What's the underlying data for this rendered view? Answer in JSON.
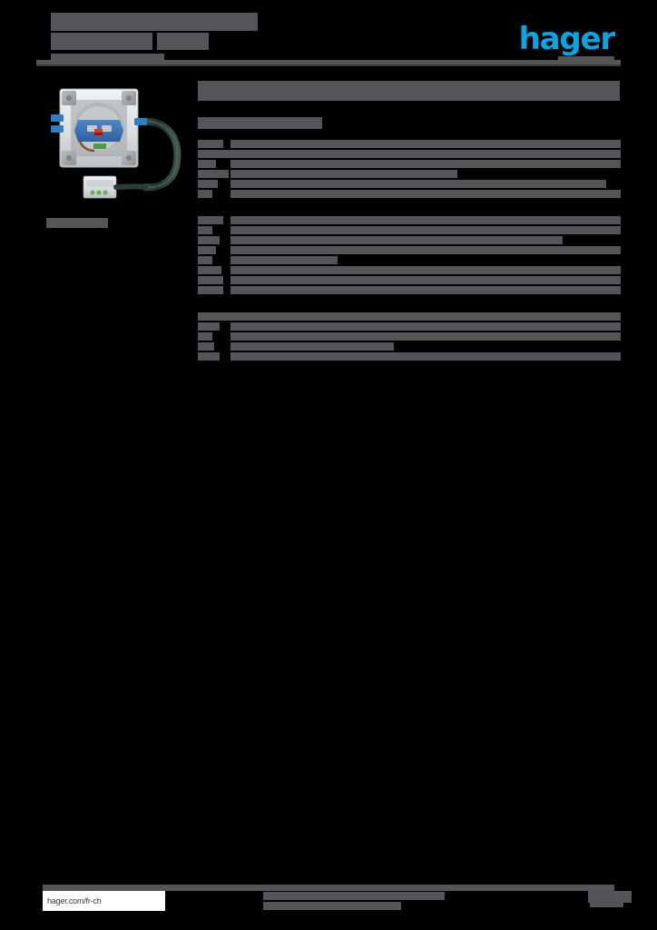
{
  "document": {
    "type": "product-datasheet",
    "redacted": true,
    "background_color": "#000000",
    "redaction_color": "#555557",
    "brand_color": "#00a0e1"
  },
  "header": {
    "title_redacted": "",
    "subtitle_redacted": "",
    "logo_text": "hager",
    "logo_color": "#0aa5e0"
  },
  "left_column": {
    "product_image_alt": "electrical-socket-insert-with-cable",
    "reference_label_redacted": ""
  },
  "main": {
    "title_redacted": "",
    "subtitle_redacted": "",
    "groups": [
      {
        "rows": [
          {
            "label_w": 28,
            "val_x": 36,
            "val_w": 430,
            "y": 2
          },
          {
            "label_w": 46,
            "val_x": 36,
            "val_w": 430,
            "y": 13
          },
          {
            "label_w": 20,
            "val_x": 36,
            "val_w": 430,
            "y": 24
          },
          {
            "label_w": 34,
            "val_x": 36,
            "val_w": 250,
            "y": 35
          },
          {
            "label_w": 22,
            "val_x": 36,
            "val_w": 414,
            "y": 46
          },
          {
            "label_w": 16,
            "val_x": 36,
            "val_w": 430,
            "y": 57
          }
        ],
        "height": 70
      },
      {
        "rows": [
          {
            "label_w": 28,
            "val_x": 36,
            "val_w": 430,
            "y": 2
          },
          {
            "label_w": 16,
            "val_x": 36,
            "val_w": 430,
            "y": 13
          },
          {
            "label_w": 16,
            "val_x": 36,
            "val_w": 118,
            "y": 24
          },
          {
            "label_w": 24,
            "val_x": 36,
            "val_w": 366,
            "y": 24
          },
          {
            "label_w": 20,
            "val_x": 36,
            "val_w": 430,
            "y": 35
          },
          {
            "label_w": 16,
            "val_x": 36,
            "val_w": 118,
            "y": 46
          },
          {
            "label_w": 26,
            "val_x": 36,
            "val_w": 430,
            "y": 57
          },
          {
            "label_w": 28,
            "val_x": 36,
            "val_w": 430,
            "y": 68
          },
          {
            "label_w": 28,
            "val_x": 36,
            "val_w": 430,
            "y": 79
          }
        ],
        "height": 92
      },
      {
        "rows": [
          {
            "label_w": 36,
            "val_x": 36,
            "val_w": 430,
            "y": 2
          },
          {
            "label_w": 24,
            "val_x": 36,
            "val_w": 430,
            "y": 13
          },
          {
            "label_w": 16,
            "val_x": 36,
            "val_w": 430,
            "y": 24
          },
          {
            "label_w": 18,
            "val_x": 36,
            "val_w": 180,
            "y": 35
          },
          {
            "label_w": 24,
            "val_x": 36,
            "val_w": 430,
            "y": 46
          }
        ],
        "height": 58
      }
    ]
  },
  "footer": {
    "url": "hager.com/fr-ch",
    "center_redacted": "",
    "page_number_redacted": ""
  }
}
